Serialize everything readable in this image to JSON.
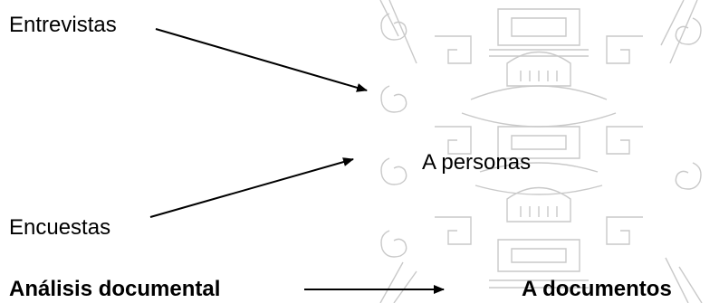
{
  "diagram": {
    "sources_people": {
      "interviews": "Entrevistas",
      "surveys": "Encuestas"
    },
    "target_people": "A personas",
    "source_documents": "Análisis documental",
    "target_documents": "A documentos"
  },
  "colors": {
    "text": "#000000",
    "arrow": "#000000",
    "watermark": "#c9c9c9"
  },
  "watermark": {
    "icon": "ornamental-seal-watermark"
  }
}
